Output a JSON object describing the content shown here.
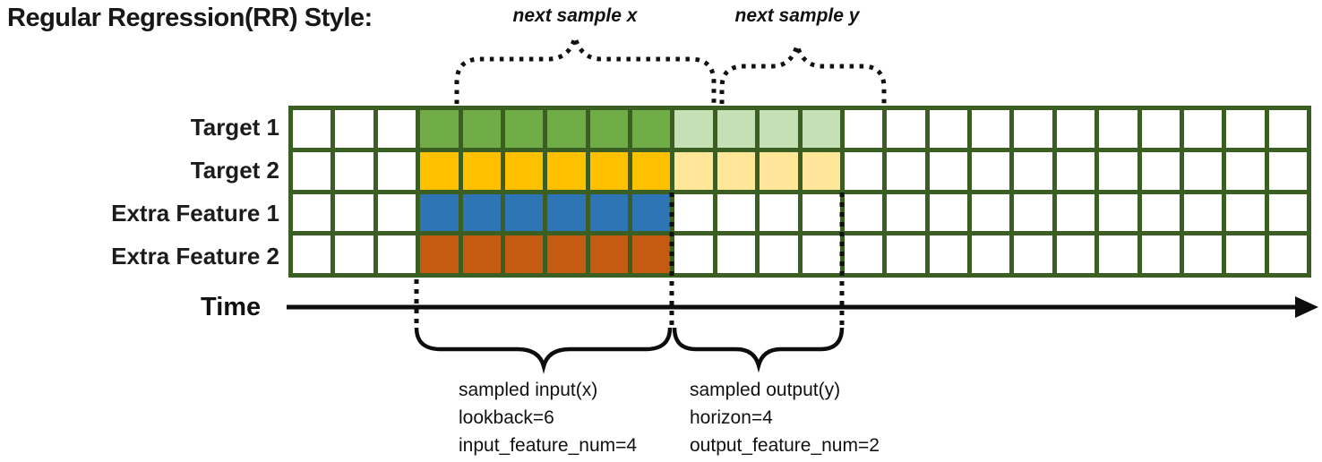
{
  "title": "Regular Regression(RR) Style:",
  "top_annotations": {
    "next_sample_x": "next sample x",
    "next_sample_y": "next sample y"
  },
  "grid": {
    "columns": 24,
    "pre_columns": 3,
    "lookback": 6,
    "horizon": 4,
    "rows": [
      {
        "label": "Target 1",
        "solid_color": "#70AD47",
        "light_color": "#C5E0B4",
        "shows_output": true
      },
      {
        "label": "Target 2",
        "solid_color": "#FFC000",
        "light_color": "#FFE699",
        "shows_output": true
      },
      {
        "label": "Extra Feature 1",
        "solid_color": "#2E75B6",
        "light_color": null,
        "shows_output": false
      },
      {
        "label": "Extra Feature 2",
        "solid_color": "#C55A11",
        "light_color": null,
        "shows_output": false
      }
    ],
    "border_color": "#3B5E22",
    "empty_cell_color": "#FFFFFF"
  },
  "time_axis": {
    "label": "Time"
  },
  "input_annotation": {
    "line1": "sampled input(x)",
    "line2": "lookback=6",
    "line3": "input_feature_num=4"
  },
  "output_annotation": {
    "line1": "sampled output(y)",
    "line2": "horizon=4",
    "line3": "output_feature_num=2"
  }
}
